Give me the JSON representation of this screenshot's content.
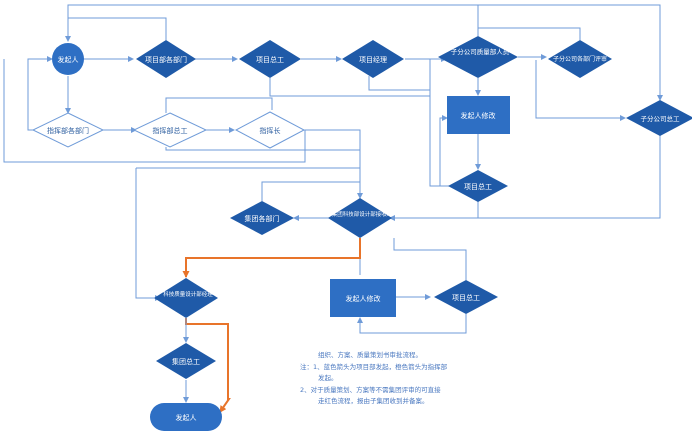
{
  "colors": {
    "node_fill": "#2e6fc4",
    "node_fill_dark": "#1f5aa8",
    "outline_node": "#6f9bd8",
    "edge": "#6f9bd8",
    "highlight_edge": "#e8742a",
    "note_text": "#4a78c0"
  },
  "nodes": {
    "start": "发起人",
    "project_dept": "项目部各部门",
    "project_engineer": "项目总工",
    "project_manager": "项目经理",
    "sub_quality": "子分公司质量部人员",
    "sub_dept": "子分公司各部门评审",
    "initiator_revise_1": "发起人修改",
    "sub_engineer": "子分公司总工",
    "project_engineer_2": "项目总工",
    "hq_dept": "指挥部各部门",
    "hq_engineer": "指挥部总工",
    "hq_chief": "指挥长",
    "group_dept": "集团各部门",
    "group_design": "集团科技部设计部接收人",
    "initiator_revise_2": "发起人修改",
    "project_engineer_3": "项目总工",
    "tech_quality": "科技质量设计部经理",
    "group_engineer": "集团总工",
    "end": "发起人"
  },
  "note": {
    "line1": "组织、方案、质量策划书审批流程。",
    "line2": "注：1、蓝色箭头为项目部发起，橙色箭头为指挥部",
    "line3": "发起。",
    "line4": "2、对于质量策划、方案等不需集团评审的可直接",
    "line5": "走红色流程，报由子集团收到并备案。"
  }
}
